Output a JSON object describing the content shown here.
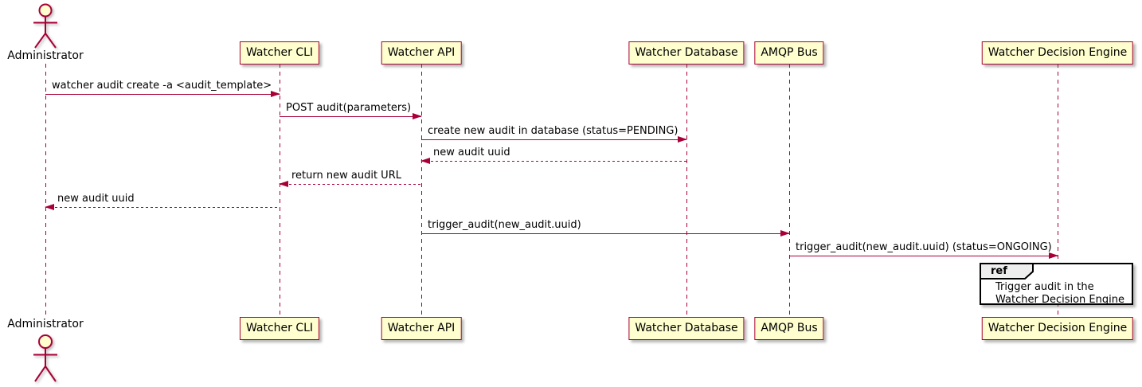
{
  "colors": {
    "background": "#FFFFFF",
    "accent": "#A80036",
    "participant_fill": "#FEFECE",
    "text": "#000000",
    "ref_fill": "#FFFFFF",
    "ref_tab_fill": "#EEEEEE",
    "ref_border": "#000000"
  },
  "actor": {
    "label": "Administrator"
  },
  "participants": [
    {
      "label": "Watcher CLI"
    },
    {
      "label": "Watcher API"
    },
    {
      "label": "Watcher Database"
    },
    {
      "label": "AMQP Bus"
    },
    {
      "label": "Watcher Decision Engine"
    }
  ],
  "messages": [
    {
      "label": "watcher audit create -a <audit_template>",
      "from": "Administrator",
      "to": "Watcher CLI",
      "line": "solid",
      "direction": "right"
    },
    {
      "label": "POST audit(parameters)",
      "from": "Watcher CLI",
      "to": "Watcher API",
      "line": "solid",
      "direction": "right"
    },
    {
      "label": "create new audit in database (status=PENDING)",
      "from": "Watcher API",
      "to": "Watcher Database",
      "line": "solid",
      "direction": "right"
    },
    {
      "label": "new audit uuid",
      "from": "Watcher Database",
      "to": "Watcher API",
      "line": "dashed",
      "direction": "left"
    },
    {
      "label": "return new audit URL",
      "from": "Watcher API",
      "to": "Watcher CLI",
      "line": "dashed",
      "direction": "left"
    },
    {
      "label": "new audit uuid",
      "from": "Watcher CLI",
      "to": "Administrator",
      "line": "dashed",
      "direction": "left"
    },
    {
      "label": "trigger_audit(new_audit.uuid)",
      "from": "Watcher API",
      "to": "AMQP Bus",
      "line": "solid",
      "direction": "right"
    },
    {
      "label": "trigger_audit(new_audit.uuid) (status=ONGOING)",
      "from": "AMQP Bus",
      "to": "Watcher Decision Engine",
      "line": "solid",
      "direction": "right"
    }
  ],
  "ref": {
    "keyword": "ref",
    "line1": "Trigger audit in the",
    "line2": "Watcher Decision Engine"
  }
}
